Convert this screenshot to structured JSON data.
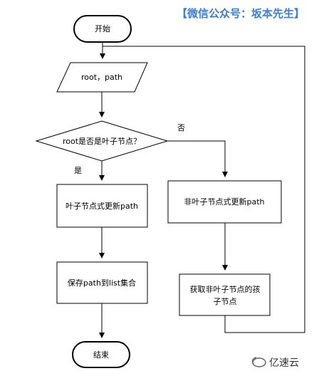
{
  "watermark_top": "【微信公众号：坂本先生】",
  "watermark_bottom": "亿速云",
  "nodes": {
    "start": "开始",
    "input": "root，path",
    "decision": "root是否是叶子节点？",
    "leaf_update": "叶子节点式更新path",
    "save": "保存path到list集合",
    "nonleaf_update": "非叶子节点式更新path",
    "get_children_line1": "获取非叶子节点的孩",
    "get_children_line2": "子节点",
    "end": "结束"
  },
  "edges": {
    "yes": "是",
    "no": "否"
  },
  "colors": {
    "stroke": "#000000",
    "watermark": "#3a7fd5"
  }
}
